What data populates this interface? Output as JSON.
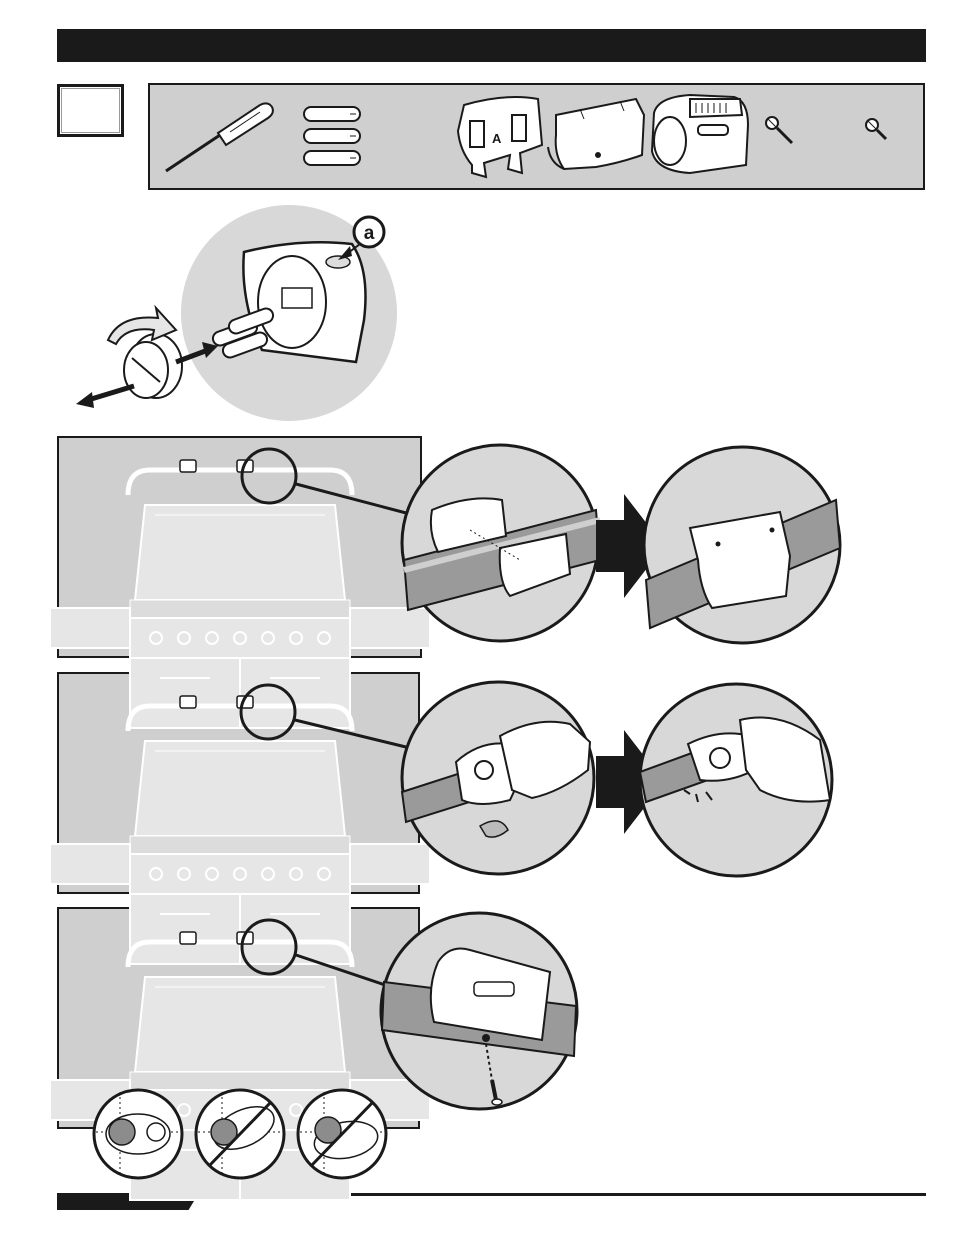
{
  "step_number": "",
  "callout_label": "a",
  "part_marker_letter": "A",
  "colors": {
    "ink": "#1a1a1a",
    "panel_gray": "#cfcfcf",
    "disc_gray": "#d8d8d8",
    "part_white": "#ffffff",
    "probe_port_gray": "#8c8c8c"
  },
  "parts": [
    {
      "icon": "screwdriver-icon"
    },
    {
      "icon": "aaa-batteries-icon"
    },
    {
      "icon": "mounting-bracket-a-icon"
    },
    {
      "icon": "mounting-bracket-back-icon"
    },
    {
      "icon": "transmitter-housing-icon"
    },
    {
      "icon": "long-screw-icon"
    },
    {
      "icon": "short-screw-icon"
    }
  ],
  "figures": [
    {
      "id": "battery-install",
      "icon": "battery-install-icon"
    },
    {
      "id": "bracket-assembly",
      "icon": "bracket-assembly-icon"
    },
    {
      "id": "transmitter-snap-on",
      "icon": "transmitter-snap-on-icon"
    },
    {
      "id": "screw-fastening",
      "icon": "screw-fastening-icon"
    },
    {
      "id": "orientation-correct",
      "icon": "orientation-check-icon"
    },
    {
      "id": "orientation-wrong-1",
      "icon": "orientation-cross-icon"
    },
    {
      "id": "orientation-wrong-2",
      "icon": "orientation-cross-icon"
    }
  ]
}
